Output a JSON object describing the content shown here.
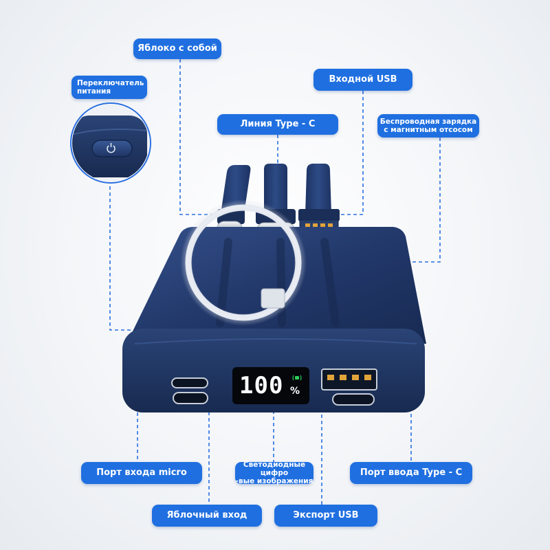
{
  "labels": {
    "apple_with": "Яблоко с собой",
    "usb_in": "Входной USB",
    "power_switch_line1": "Переключатель",
    "power_switch_line2": "питания",
    "typec_line": "Линия Type - C",
    "wireless_line1": "Беспроводная зарядка",
    "wireless_line2": "с магнитным отсосом",
    "micro_port": "Порт входа micro",
    "led_line1": "Светодиодные цифро",
    "led_line2": "-вые изображения",
    "typec_in": "Порт ввода Type - C",
    "apple_in": "Яблочный вход",
    "usb_out": "Экспорт USB"
  },
  "display": {
    "value": "100",
    "unit": "%"
  },
  "colors": {
    "label_bg": "#1f6fe0",
    "body": "#22386a",
    "leader_line": "#2a6fe0",
    "led_green": "#2fd05a"
  }
}
